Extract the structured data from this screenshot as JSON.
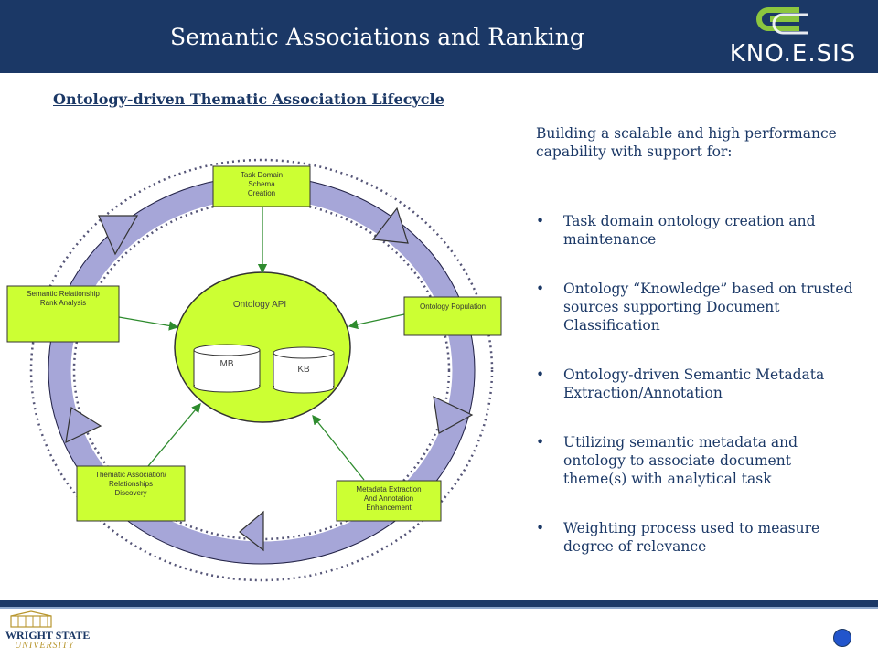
{
  "header": {
    "title": "Semantic Associations and Ranking",
    "logo_text": "KNO.E.SIS"
  },
  "subtitle": "Ontology-driven Thematic Association Lifecycle",
  "diagram": {
    "boxes": {
      "task_domain": [
        "Task Domain",
        "Schema",
        "Creation"
      ],
      "semantic_rel": [
        "Semantic Relationship",
        "Rank Analysis"
      ],
      "ontology_population": [
        "Ontology Population"
      ],
      "thematic": [
        "Thematic Association/",
        "Relationships",
        "Discovery"
      ],
      "metadata": [
        "Metadata Extraction",
        "And Annotation",
        "Enhancement"
      ]
    },
    "center": {
      "label": "Ontology API",
      "mb": "MB",
      "kb": "KB"
    },
    "colors": {
      "ring": "#a6a6d8",
      "center": "#ccff33",
      "box": "#ccff33",
      "arrow": "#2e8b2e"
    }
  },
  "intro": "Building a scalable and high performance capability with support for:",
  "bullets": [
    "Task domain ontology creation and maintenance",
    "Ontology “Knowledge” based on trusted sources supporting Document Classification",
    "Ontology-driven Semantic Metadata Extraction/Annotation",
    "Utilizing semantic metadata and ontology to associate document theme(s) with analytical task",
    "Weighting process used to measure degree of relevance"
  ],
  "footer": {
    "wsu_name": "WRIGHT STATE",
    "wsu_sub": "UNIVERSITY"
  },
  "bullet_glyph": "•"
}
